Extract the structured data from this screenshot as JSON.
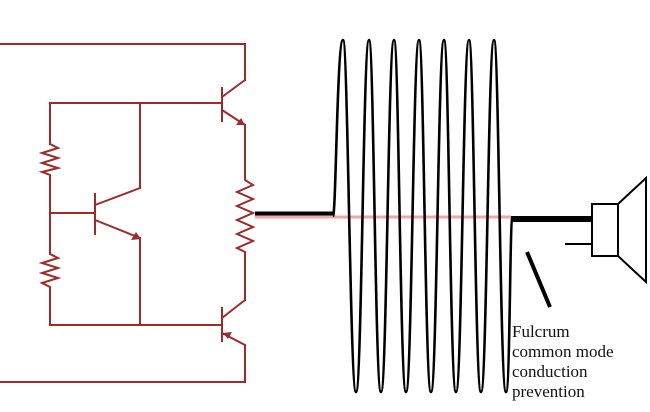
{
  "annotation": {
    "lines": [
      "Fulcrum",
      "common mode",
      "conduction",
      "prevention"
    ]
  },
  "colors": {
    "circuit": "#9e2b2b",
    "ink": "#000000",
    "accent": "#f4a6a6",
    "background": "#ffffff"
  },
  "components": {
    "transistors": 3,
    "resistors": 3,
    "coil_turns": 7,
    "speaker": "speaker-icon"
  }
}
